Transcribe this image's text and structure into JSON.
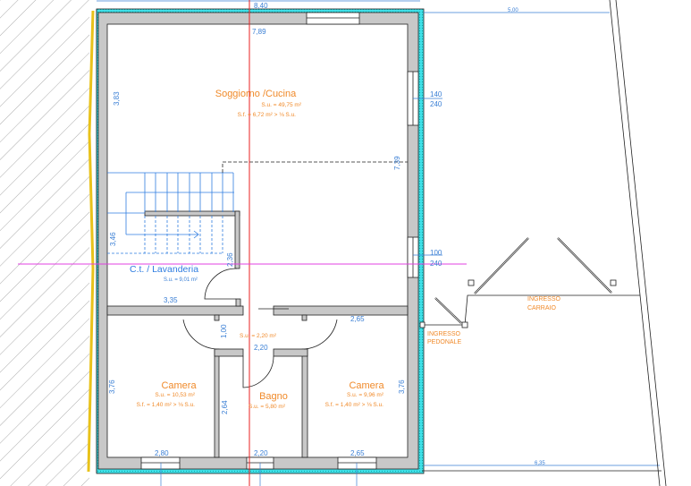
{
  "rooms": {
    "soggiorno": {
      "name": "Soggiorno /Cucina",
      "su": "S.u. = 49,75 m²",
      "sf": "S.f. = 6,72 m² > ⅛ S.u."
    },
    "lavanderia": {
      "name": "C.t.  / Lavanderia",
      "su": "S.u. = 9,01 m²"
    },
    "disimpegno": {
      "su": "S.u. = 2,20 m²"
    },
    "camera1": {
      "name": "Camera",
      "su": "S.u. = 10,53 m²",
      "sf": "S.f. = 1,40 m² > ⅛ S.u."
    },
    "bagno": {
      "name": "Bagno",
      "su": "S.u. = 5,80 m²"
    },
    "camera2": {
      "name": "Camera",
      "su": "S.u. = 9,96 m²",
      "sf": "S.f. = 1,40 m² > ⅛ S.u."
    }
  },
  "dimensions": {
    "top_total": "8,40",
    "soggiorno_width": "7,89",
    "soggiorno_depth": "3,83",
    "right_depth": "7,39",
    "window_top": "140",
    "window_bottom_h": "240",
    "window2_top": "100",
    "window2_bottom_h": "240",
    "stair_depth": "3,46",
    "stair_wall": "2,36",
    "lavanderia_width": "3,35",
    "corridor_right": "2,65",
    "corridor_depth": "1,00",
    "corridor_width": "2,20",
    "camera1_depth": "3,76",
    "bagno_depth": "2,64",
    "camera2_depth": "3,76",
    "camera1_width": "2,80",
    "bagno_width": "2,20",
    "camera2_width": "2,65",
    "garden_top": "5,00",
    "garden_bottom": "6,35"
  },
  "labels": {
    "ingresso_pedonale": [
      "INGRESSO",
      "PEDONALE"
    ],
    "ingresso_carraio": [
      "INGRESSO",
      "CARRAIO"
    ]
  }
}
